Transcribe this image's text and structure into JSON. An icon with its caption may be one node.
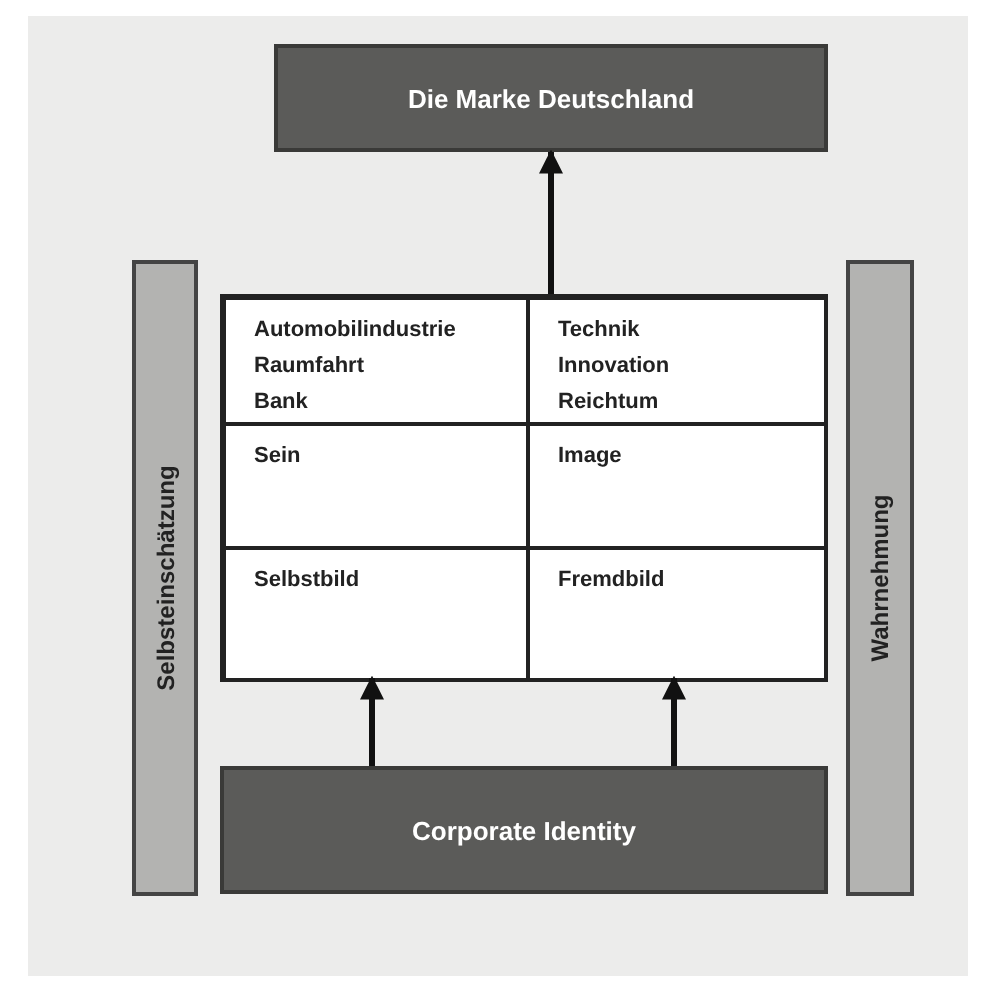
{
  "diagram": {
    "nodes": [
      {
        "text": [
          "Die Marke Deutschland"
        ]
      },
      {
        "text": [
          "Selbsteinschätzung"
        ]
      },
      {
        "text": [
          "Wahrnehmung"
        ]
      },
      {
        "text": [],
        "shape": "box"
      },
      {
        "text": [
          "Automobilindustrie",
          "Raumfahrt",
          "Bank"
        ],
        "in": 3
      },
      {
        "text": [
          "Technik",
          "Innovation",
          "Reichtum"
        ],
        "in": 3
      },
      {
        "text": [
          "Sein"
        ],
        "in": 3
      },
      {
        "text": [
          "Image"
        ],
        "in": 3
      },
      {
        "text": [
          "Selbstbild"
        ],
        "in": 3
      },
      {
        "text": [
          "Fremdbild"
        ],
        "in": 3
      },
      {
        "text": [
          "Corporate Identity"
        ]
      }
    ],
    "edges": [
      {
        "from": 3,
        "to": 0,
        "arrow": "to"
      },
      {
        "from": 10,
        "to": 8,
        "arrow": "to"
      },
      {
        "from": 10,
        "to": 9,
        "arrow": "to"
      }
    ]
  }
}
